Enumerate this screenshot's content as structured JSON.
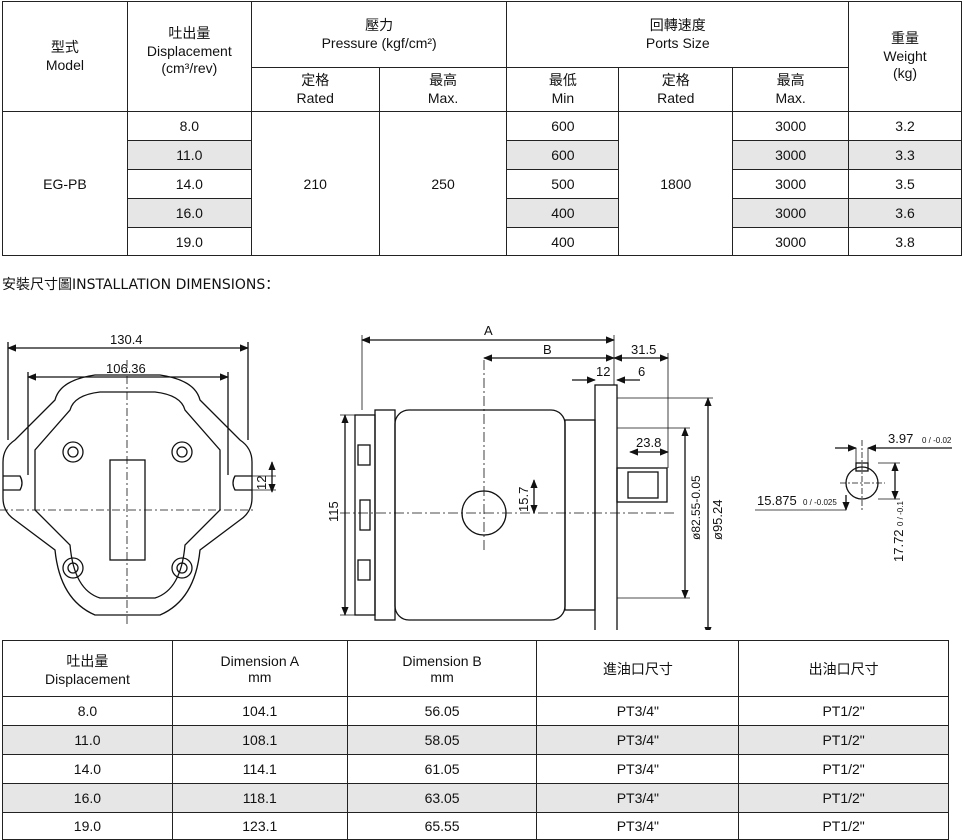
{
  "spec_table": {
    "model": {
      "cn": "型式",
      "en": "Model"
    },
    "displacement": {
      "cn": "吐出量",
      "en": "Displacement",
      "unit": "(cm³/rev)"
    },
    "pressure": {
      "cn": "壓力",
      "en": "Pressure  (kgf/cm²)",
      "rated_cn": "定格",
      "rated_en": "Rated",
      "max_cn": "最高",
      "max_en": "Max."
    },
    "speed": {
      "cn": "回轉速度",
      "en": "Ports Size",
      "min_cn": "最低",
      "min_en": "Min",
      "rated_cn": "定格",
      "rated_en": "Rated",
      "max_cn": "最高",
      "max_en": "Max."
    },
    "weight": {
      "cn": "重量",
      "en": "Weight",
      "unit": "(kg)"
    },
    "model_value": "EG-PB",
    "rated_pressure": "210",
    "max_pressure": "250",
    "rated_speed": "1800",
    "rows": [
      {
        "disp": "8.0",
        "min": "600",
        "max": "3000",
        "weight": "3.2"
      },
      {
        "disp": "11.0",
        "min": "600",
        "max": "3000",
        "weight": "3.3"
      },
      {
        "disp": "14.0",
        "min": "500",
        "max": "3000",
        "weight": "3.5"
      },
      {
        "disp": "16.0",
        "min": "400",
        "max": "3000",
        "weight": "3.6"
      },
      {
        "disp": "19.0",
        "min": "400",
        "max": "3000",
        "weight": "3.8"
      }
    ]
  },
  "caption": "安裝尺寸圖INSTALLATION DIMENSIONS：",
  "drawing": {
    "w1": "130.4",
    "w2": "106.36",
    "slot": "12",
    "height": "115",
    "a": "A",
    "b": "B",
    "d31": "31.5",
    "d12": "12",
    "d6": "6",
    "d238": "23.8",
    "d157": "15.7",
    "pilot": "ø82.55-0.05",
    "bolt": "ø95.24",
    "key_w": "3.97",
    "key_w_tol": "0 / -0.02",
    "shaft": "15.875",
    "shaft_tol": "0 / -0.025",
    "key_h": "17.72",
    "key_h_tol": "0 / -0.1"
  },
  "dim_table": {
    "headers": [
      {
        "cn": "吐出量",
        "en": "Displacement"
      },
      {
        "en": "Dimension A",
        "unit": "mm"
      },
      {
        "en": "Dimension B",
        "unit": "mm"
      },
      {
        "cn": "進油口尺寸"
      },
      {
        "cn": "出油口尺寸"
      }
    ],
    "rows": [
      [
        "8.0",
        "104.1",
        "56.05",
        "PT3/4\"",
        "PT1/2\""
      ],
      [
        "11.0",
        "108.1",
        "58.05",
        "PT3/4\"",
        "PT1/2\""
      ],
      [
        "14.0",
        "114.1",
        "61.05",
        "PT3/4\"",
        "PT1/2\""
      ],
      [
        "16.0",
        "118.1",
        "63.05",
        "PT3/4\"",
        "PT1/2\""
      ],
      [
        "19.0",
        "123.1",
        "65.55",
        "PT3/4\"",
        "PT1/2\""
      ]
    ]
  }
}
